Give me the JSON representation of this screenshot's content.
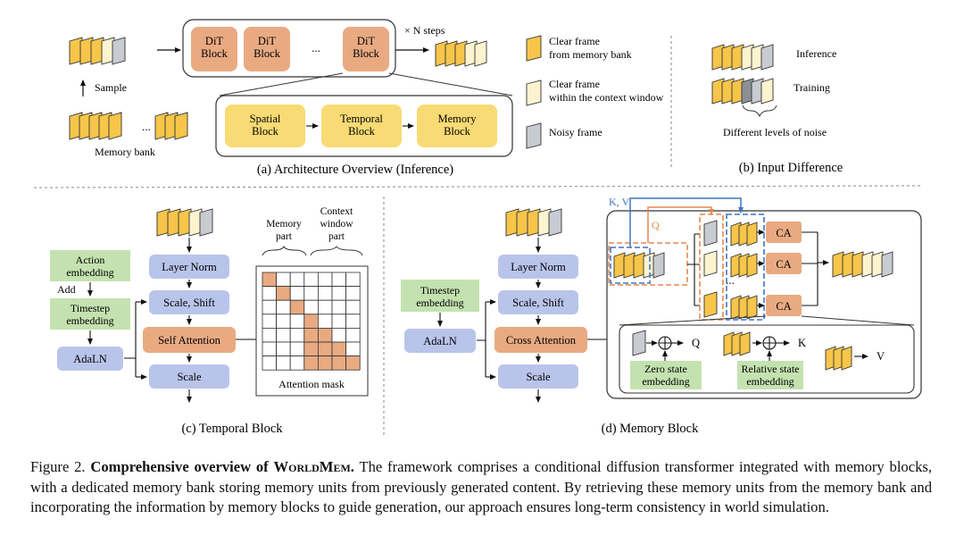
{
  "architecture": {
    "blocks": [
      "DiT Block",
      "DiT Block",
      "DiT Block"
    ],
    "ellipsis": "...",
    "n_steps": "× N steps",
    "sample": "Sample",
    "memory_bank": "Memory bank",
    "memory_ellipsis": "...",
    "sub_blocks": [
      "Spatial Block",
      "Temporal Block",
      "Memory Block"
    ],
    "title": "(a) Architecture Overview (Inference)"
  },
  "legend": {
    "items": [
      "Clear frame from memory bank",
      "Clear frame within the context window",
      "Noisy frame"
    ]
  },
  "input_difference": {
    "inference": "Inference",
    "training": "Training",
    "noise_note": "Different levels of noise",
    "title": "(b) Input Difference"
  },
  "temporal": {
    "action": "Action embedding",
    "add": "Add",
    "timestep": "Timestep embedding",
    "adaln": "AdaLN",
    "layers": [
      "Layer Norm",
      "Scale, Shift",
      "Self Attention",
      "Scale"
    ],
    "memory_part": "Memory part",
    "context_part": "Context window part",
    "mask_label": "Attention mask",
    "title": "(c) Temporal Block"
  },
  "memory": {
    "timestep": "Timestep embedding",
    "adaln": "AdaLN",
    "layers": [
      "Layer Norm",
      "Scale, Shift",
      "Cross Attention",
      "Scale"
    ],
    "kv": "K, V",
    "q": "Q",
    "ca": [
      "CA",
      "CA",
      "CA"
    ],
    "dots": "...",
    "q_out": "Q",
    "k_out": "K",
    "v_out": "V",
    "zero_state": "Zero state embedding",
    "relative_state": "Relative state embedding",
    "title": "(d) Memory Block"
  },
  "caption": {
    "fig": "Figure 2.",
    "bold_a": "Comprehensive overview of ",
    "brand": "WorldMem",
    "bold_b": ".",
    "text": "The framework comprises a conditional diffusion transformer integrated with memory blocks, with a dedicated memory bank storing memory units from previously generated content. By retrieving these memory units from the memory bank and incorporating the information by memory blocks to guide generation, our approach ensures long-term consistency in world simulation."
  },
  "colors": {
    "memory_frame": "#f6c54a",
    "context_frame": "#fdf4cf",
    "noisy_frame": "#c9cbd3",
    "dit_block": "#e9aa82",
    "sub_block": "#f8db74",
    "norm_block": "#b9c4ea",
    "embedding": "#c4e2b0",
    "attention": "#e9aa82",
    "kv_arrow": "#3f74c1",
    "q_arrow": "#e58a4e"
  }
}
